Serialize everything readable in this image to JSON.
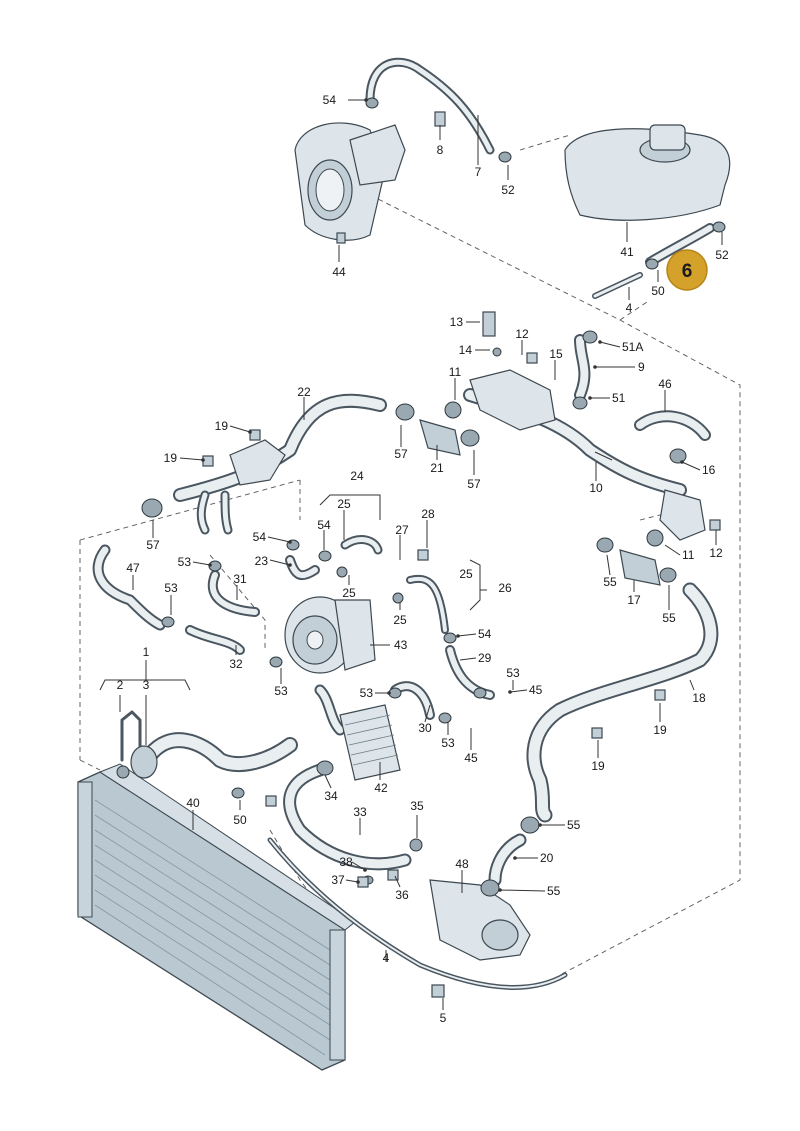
{
  "diagram": {
    "callouts": [
      {
        "id": "c54a",
        "text": "54"
      },
      {
        "id": "c8",
        "text": "8"
      },
      {
        "id": "c7",
        "text": "7"
      },
      {
        "id": "c52a",
        "text": "52"
      },
      {
        "id": "c44",
        "text": "44"
      },
      {
        "id": "c41",
        "text": "41"
      },
      {
        "id": "c52b",
        "text": "52"
      },
      {
        "id": "c50a",
        "text": "50"
      },
      {
        "id": "c4a",
        "text": "4"
      },
      {
        "id": "c13",
        "text": "13"
      },
      {
        "id": "c12a",
        "text": "12"
      },
      {
        "id": "c14",
        "text": "14"
      },
      {
        "id": "c15",
        "text": "15"
      },
      {
        "id": "c51A",
        "text": "51A"
      },
      {
        "id": "c9",
        "text": "9"
      },
      {
        "id": "c11a",
        "text": "11"
      },
      {
        "id": "c51",
        "text": "51"
      },
      {
        "id": "c46",
        "text": "46"
      },
      {
        "id": "c22",
        "text": "22"
      },
      {
        "id": "c19a",
        "text": "19"
      },
      {
        "id": "c19b",
        "text": "19"
      },
      {
        "id": "c57a",
        "text": "57"
      },
      {
        "id": "c21",
        "text": "21"
      },
      {
        "id": "c57b",
        "text": "57"
      },
      {
        "id": "c57c",
        "text": "57"
      },
      {
        "id": "c16",
        "text": "16"
      },
      {
        "id": "c10",
        "text": "10"
      },
      {
        "id": "c11b",
        "text": "11"
      },
      {
        "id": "c12b",
        "text": "12"
      },
      {
        "id": "c24",
        "text": "24"
      },
      {
        "id": "c25a",
        "text": "25"
      },
      {
        "id": "c54b",
        "text": "54"
      },
      {
        "id": "c54c",
        "text": "54"
      },
      {
        "id": "c27",
        "text": "27"
      },
      {
        "id": "c28",
        "text": "28"
      },
      {
        "id": "c23",
        "text": "23"
      },
      {
        "id": "c25b",
        "text": "25"
      },
      {
        "id": "c25c",
        "text": "25"
      },
      {
        "id": "c26",
        "text": "26"
      },
      {
        "id": "c25d",
        "text": "25"
      },
      {
        "id": "c53a",
        "text": "53"
      },
      {
        "id": "c47",
        "text": "47"
      },
      {
        "id": "c31",
        "text": "31"
      },
      {
        "id": "c53b",
        "text": "53"
      },
      {
        "id": "c43",
        "text": "43"
      },
      {
        "id": "c54d",
        "text": "54"
      },
      {
        "id": "c29",
        "text": "29"
      },
      {
        "id": "c32",
        "text": "32"
      },
      {
        "id": "c53c",
        "text": "53"
      },
      {
        "id": "c55a",
        "text": "55"
      },
      {
        "id": "c17",
        "text": "17"
      },
      {
        "id": "c55b",
        "text": "55"
      },
      {
        "id": "c53d",
        "text": "53"
      },
      {
        "id": "c45a",
        "text": "45"
      },
      {
        "id": "c1",
        "text": "1"
      },
      {
        "id": "c2",
        "text": "2"
      },
      {
        "id": "c3",
        "text": "3"
      },
      {
        "id": "c53e",
        "text": "53"
      },
      {
        "id": "c30",
        "text": "30"
      },
      {
        "id": "c53f",
        "text": "53"
      },
      {
        "id": "c45b",
        "text": "45"
      },
      {
        "id": "c18",
        "text": "18"
      },
      {
        "id": "c19c",
        "text": "19"
      },
      {
        "id": "c19d",
        "text": "19"
      },
      {
        "id": "c42",
        "text": "42"
      },
      {
        "id": "c34",
        "text": "34"
      },
      {
        "id": "c40",
        "text": "40"
      },
      {
        "id": "c50b",
        "text": "50"
      },
      {
        "id": "c35",
        "text": "35"
      },
      {
        "id": "c33",
        "text": "33"
      },
      {
        "id": "c55c",
        "text": "55"
      },
      {
        "id": "c20",
        "text": "20"
      },
      {
        "id": "c38",
        "text": "38"
      },
      {
        "id": "c48",
        "text": "48"
      },
      {
        "id": "c37",
        "text": "37"
      },
      {
        "id": "c36",
        "text": "36"
      },
      {
        "id": "c55d",
        "text": "55"
      },
      {
        "id": "c4b",
        "text": "4"
      },
      {
        "id": "c5",
        "text": "5"
      }
    ],
    "highlight_badge": {
      "text": "6",
      "color": "#d4a12a"
    },
    "colors": {
      "line": "#333333",
      "hose_outline": "#4a5660",
      "part_fill": "#dde5ea",
      "radiator_fill": "#b9c8d1"
    }
  }
}
